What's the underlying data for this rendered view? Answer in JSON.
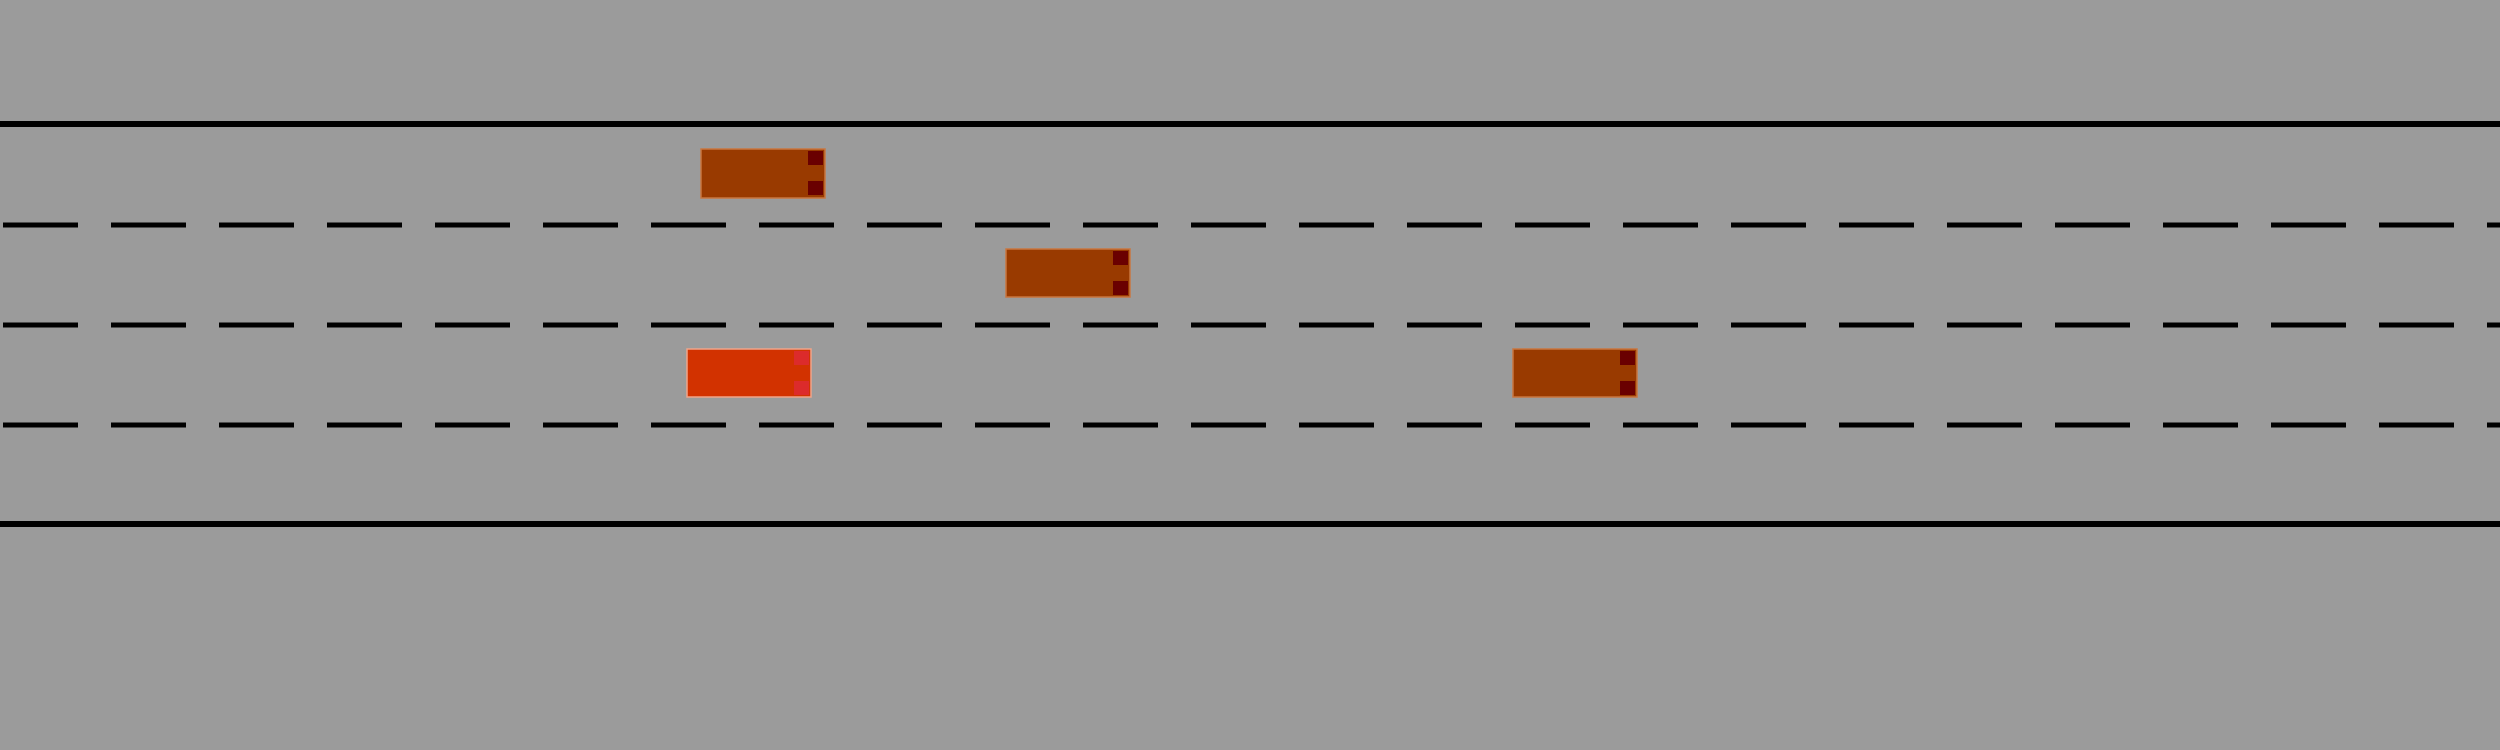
{
  "colors": {
    "background": "#9b9b9b",
    "road_line": "#000000",
    "ego_car_body": "#d23200",
    "ego_car_accent": "#dc2b2b",
    "other_car_body": "#993a00",
    "other_car_accent": "#6a0000"
  },
  "road": {
    "lane_count": 4,
    "edge_line_style": "solid",
    "divider_line_style": "dashed"
  },
  "vehicles": [
    {
      "id": "other-1",
      "role": "other",
      "lane": 1,
      "facing": "right"
    },
    {
      "id": "other-2",
      "role": "other",
      "lane": 2,
      "facing": "right"
    },
    {
      "id": "ego",
      "role": "ego",
      "lane": 3,
      "facing": "right"
    },
    {
      "id": "other-3",
      "role": "other",
      "lane": 3,
      "facing": "right"
    }
  ]
}
